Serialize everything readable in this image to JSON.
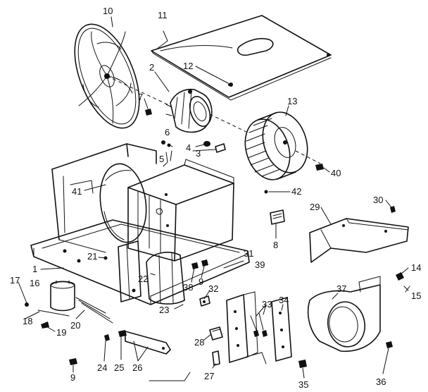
{
  "diagram": {
    "colors": {
      "ink": "#111111",
      "paper": "#ffffff"
    },
    "labels": [
      {
        "id": "l10",
        "text": "10"
      },
      {
        "id": "l11",
        "text": "11"
      },
      {
        "id": "l2",
        "text": "2"
      },
      {
        "id": "l12",
        "text": "12"
      },
      {
        "id": "l7",
        "text": "7"
      },
      {
        "id": "l13",
        "text": "13"
      },
      {
        "id": "l6",
        "text": "6"
      },
      {
        "id": "l4",
        "text": "4"
      },
      {
        "id": "l3",
        "text": "3"
      },
      {
        "id": "l5",
        "text": "5"
      },
      {
        "id": "l40",
        "text": "40"
      },
      {
        "id": "l41",
        "text": "41"
      },
      {
        "id": "l42",
        "text": "42"
      },
      {
        "id": "l30",
        "text": "30"
      },
      {
        "id": "l29",
        "text": "29"
      },
      {
        "id": "l8",
        "text": "8"
      },
      {
        "id": "l21",
        "text": "21"
      },
      {
        "id": "l1",
        "text": "1"
      },
      {
        "id": "l31",
        "text": "31"
      },
      {
        "id": "l39",
        "text": "39"
      },
      {
        "id": "l14",
        "text": "14"
      },
      {
        "id": "l15",
        "text": "15"
      },
      {
        "id": "l17",
        "text": "17"
      },
      {
        "id": "l16",
        "text": "16"
      },
      {
        "id": "l22",
        "text": "22"
      },
      {
        "id": "l38",
        "text": "38"
      },
      {
        "id": "l9a",
        "text": "9"
      },
      {
        "id": "l32",
        "text": "32"
      },
      {
        "id": "l37",
        "text": "37"
      },
      {
        "id": "l33",
        "text": "33"
      },
      {
        "id": "l34",
        "text": "34"
      },
      {
        "id": "l18",
        "text": "18"
      },
      {
        "id": "l23",
        "text": "23"
      },
      {
        "id": "l20",
        "text": "20"
      },
      {
        "id": "l19",
        "text": "19"
      },
      {
        "id": "l28",
        "text": "28"
      },
      {
        "id": "l24",
        "text": "24"
      },
      {
        "id": "l25",
        "text": "25"
      },
      {
        "id": "l26",
        "text": "26"
      },
      {
        "id": "l27",
        "text": "27"
      },
      {
        "id": "l36",
        "text": "36"
      },
      {
        "id": "l35",
        "text": "35"
      },
      {
        "id": "l9b",
        "text": "9"
      }
    ]
  }
}
